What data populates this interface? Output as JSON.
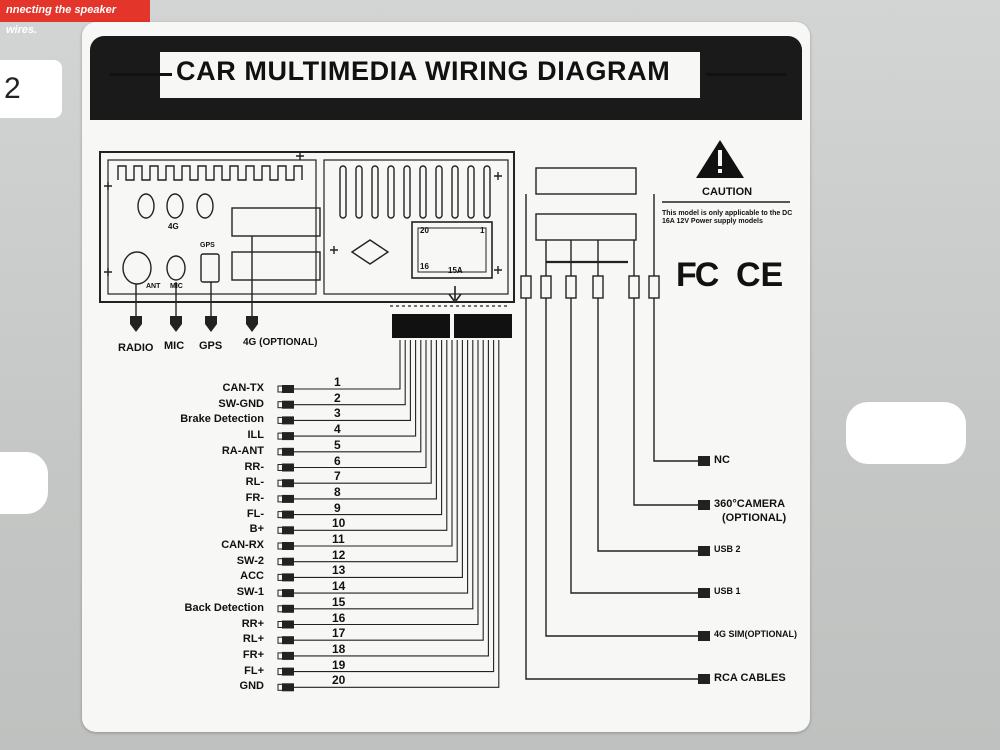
{
  "sticker": {
    "title": "CAR MULTIMEDIA WIRING DIAGRAM",
    "caution": "CAUTION",
    "caution_note": "This model is only applicable to the DC 16A 12V Power supply models",
    "cert_fcc": "FC",
    "cert_ce": "CE"
  },
  "red_label": "nnecting the speaker wires.",
  "slot_number": "2",
  "unit": {
    "label_4g": "4G",
    "label_gps": "GPS",
    "label_ant": "ANT",
    "label_mic": "MIC",
    "pin_20": "20",
    "pin_1": "1",
    "pin_16": "16",
    "fuse": "15A"
  },
  "top_connectors": [
    "RADIO",
    "MIC",
    "GPS",
    "4G (OPTIONAL)"
  ],
  "harness_pins": [
    {
      "num": "1",
      "label": "CAN-TX"
    },
    {
      "num": "2",
      "label": "SW-GND"
    },
    {
      "num": "3",
      "label": "Brake Detection"
    },
    {
      "num": "4",
      "label": "ILL"
    },
    {
      "num": "5",
      "label": "RA-ANT"
    },
    {
      "num": "6",
      "label": "RR-"
    },
    {
      "num": "7",
      "label": "RL-"
    },
    {
      "num": "8",
      "label": "FR-"
    },
    {
      "num": "9",
      "label": "FL-"
    },
    {
      "num": "10",
      "label": "B+"
    },
    {
      "num": "11",
      "label": "CAN-RX"
    },
    {
      "num": "12",
      "label": "SW-2"
    },
    {
      "num": "13",
      "label": "ACC"
    },
    {
      "num": "14",
      "label": "SW-1"
    },
    {
      "num": "15",
      "label": "Back Detection"
    },
    {
      "num": "16",
      "label": "RR+"
    },
    {
      "num": "17",
      "label": "RL+"
    },
    {
      "num": "18",
      "label": "FR+"
    },
    {
      "num": "19",
      "label": "FL+"
    },
    {
      "num": "20",
      "label": "GND"
    }
  ],
  "right_connectors": [
    {
      "label": "NC",
      "sub": ""
    },
    {
      "label": "360°CAMERA",
      "sub": "(OPTIONAL)"
    },
    {
      "label": "USB 2",
      "sub": ""
    },
    {
      "label": "USB 1",
      "sub": ""
    },
    {
      "label": "4G SIM(OPTIONAL)",
      "sub": ""
    },
    {
      "label": "RCA CABLES",
      "sub": ""
    }
  ]
}
